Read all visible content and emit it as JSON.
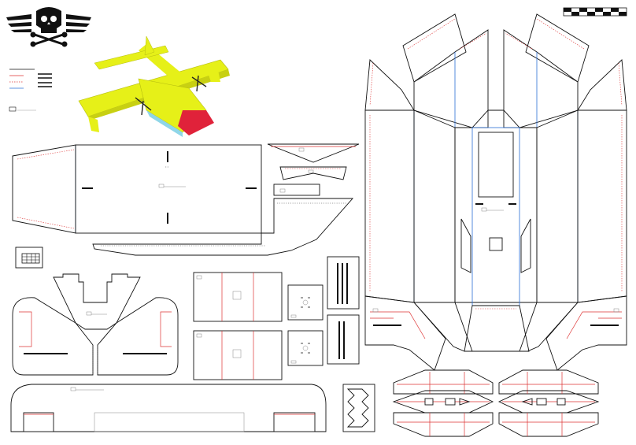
{
  "logo": {
    "icon": "skull-crossed-wrenches-wings-icon",
    "color": "#111111"
  },
  "legend": {
    "lines": [
      {
        "color": "#111111",
        "meaning": "cut"
      },
      {
        "color": "#d33333",
        "meaning": "fold"
      },
      {
        "color": "#d33333",
        "meaning": "fold"
      },
      {
        "color": "#2a6fd6",
        "meaning": "fold"
      }
    ]
  },
  "scale_bar": {
    "segments": 8,
    "colors": [
      "#111111",
      "#ffffff"
    ]
  },
  "model_preview": {
    "subject": "seaplane-model-render",
    "colors": {
      "body": "#e6f018",
      "nose": "#e0223a",
      "accent": "#8fd6e8"
    }
  },
  "fold_colors": {
    "cut": "#111111",
    "mountain": "#d33333",
    "valley": "#2a6fd6"
  }
}
